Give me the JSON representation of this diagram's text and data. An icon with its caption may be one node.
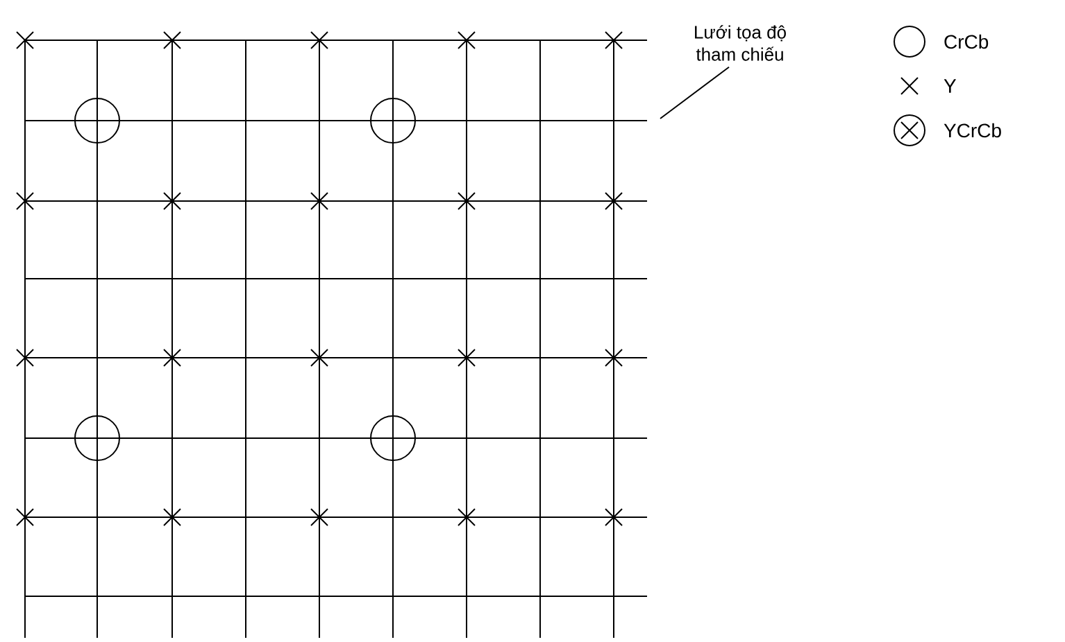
{
  "diagram": {
    "nodes": [
      {
        "text": [
          "Lưới tọa độ tham chiếu"
        ]
      },
      {
        "text": [],
        "shape": "picture"
      }
    ],
    "edges": [
      {
        "from": 0,
        "to": 1,
        "arrow": "none"
      }
    ],
    "legend": [
      {
        "text": "CrCb"
      },
      {
        "text": "Y"
      },
      {
        "text": "YCrCb"
      }
    ]
  }
}
